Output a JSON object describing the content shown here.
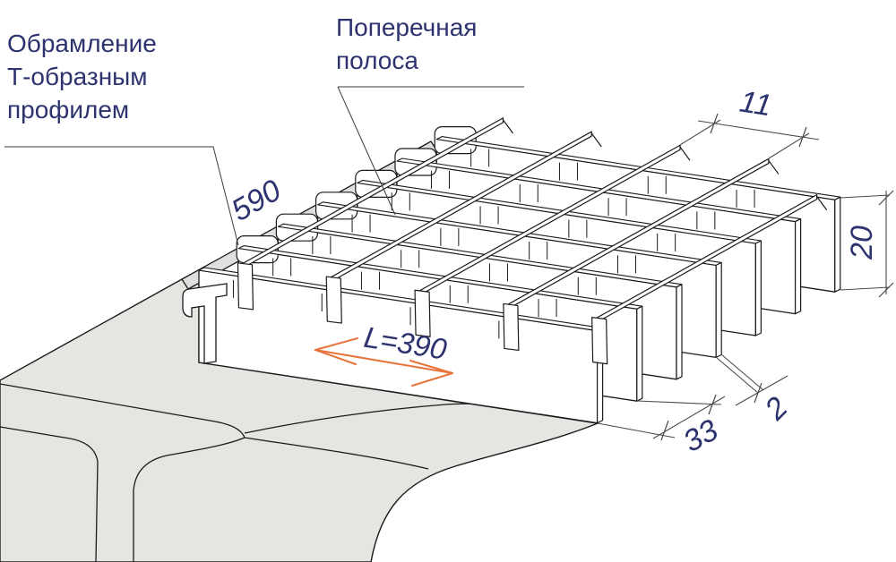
{
  "labels": {
    "framing": {
      "lines": [
        "Обрамление",
        "Т-образным",
        "профилем"
      ]
    },
    "cross_strip": {
      "lines": [
        "Поперечная",
        "полоса"
      ]
    }
  },
  "dimensions": {
    "frame_length": "590",
    "cross_bar_pitch": "11",
    "bar_height": "20",
    "bar_thickness": "2",
    "bar_pitch": "33",
    "panel_length": "L=390"
  },
  "colors": {
    "label_navy": "#2c336e",
    "highlight_orange": "#e8743c",
    "metal_outline": "#1b1b1b",
    "beam_gray": "#e4e6e2",
    "frame_band_gray": "#dde0dd"
  }
}
